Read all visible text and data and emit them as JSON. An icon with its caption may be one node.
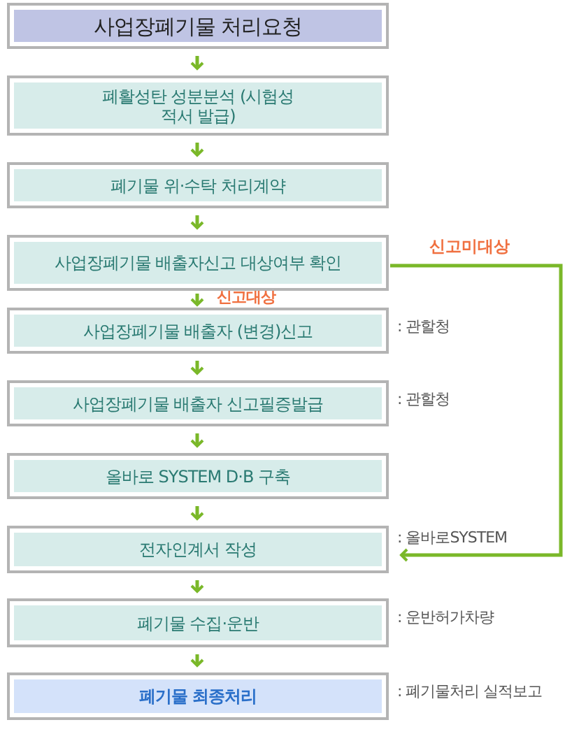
{
  "diagram": {
    "nodes": [
      {
        "text": [
          "사업장폐기물 처리요청"
        ]
      },
      {
        "text": [
          "폐활성탄 성분분석 (시험성적서 발급)"
        ]
      },
      {
        "text": [
          "폐기물 위·수탁 처리계약"
        ]
      },
      {
        "text": [
          "사업장폐기물 배출자신고 대상여부 확인"
        ]
      },
      {
        "text": [
          "사업장폐기물 배출자 (변경)신고"
        ],
        "beside": [
          ": 관할청"
        ]
      },
      {
        "text": [
          "사업장폐기물 배출자 신고필증발급"
        ],
        "beside": [
          ": 관할청"
        ]
      },
      {
        "text": [
          "올바로 SYSTEM D·B 구축"
        ]
      },
      {
        "text": [
          "전자인계서 작성"
        ],
        "beside": [
          ": 올바로SYSTEM"
        ]
      },
      {
        "text": [
          "폐기물 수집·운반"
        ],
        "beside": [
          ": 운반허가차량"
        ]
      },
      {
        "text": [
          "폐기물 최종처리"
        ],
        "beside": [
          ": 폐기물처리 실적보고"
        ]
      }
    ],
    "edges": [
      {
        "from": 0,
        "to": 1,
        "arrow": "to"
      },
      {
        "from": 1,
        "to": 2,
        "arrow": "to"
      },
      {
        "from": 2,
        "to": 3,
        "arrow": "to"
      },
      {
        "from": 3,
        "to": 4,
        "arrow": "to",
        "label": "신고대상"
      },
      {
        "from": 4,
        "to": 5,
        "arrow": "to"
      },
      {
        "from": 5,
        "to": 6,
        "arrow": "to"
      },
      {
        "from": 6,
        "to": 7,
        "arrow": "to"
      },
      {
        "from": 7,
        "to": 8,
        "arrow": "to"
      },
      {
        "from": 8,
        "to": 9,
        "arrow": "to"
      },
      {
        "from": 3,
        "to": 7,
        "arrow": "to",
        "label": "신고미대상"
      }
    ]
  }
}
